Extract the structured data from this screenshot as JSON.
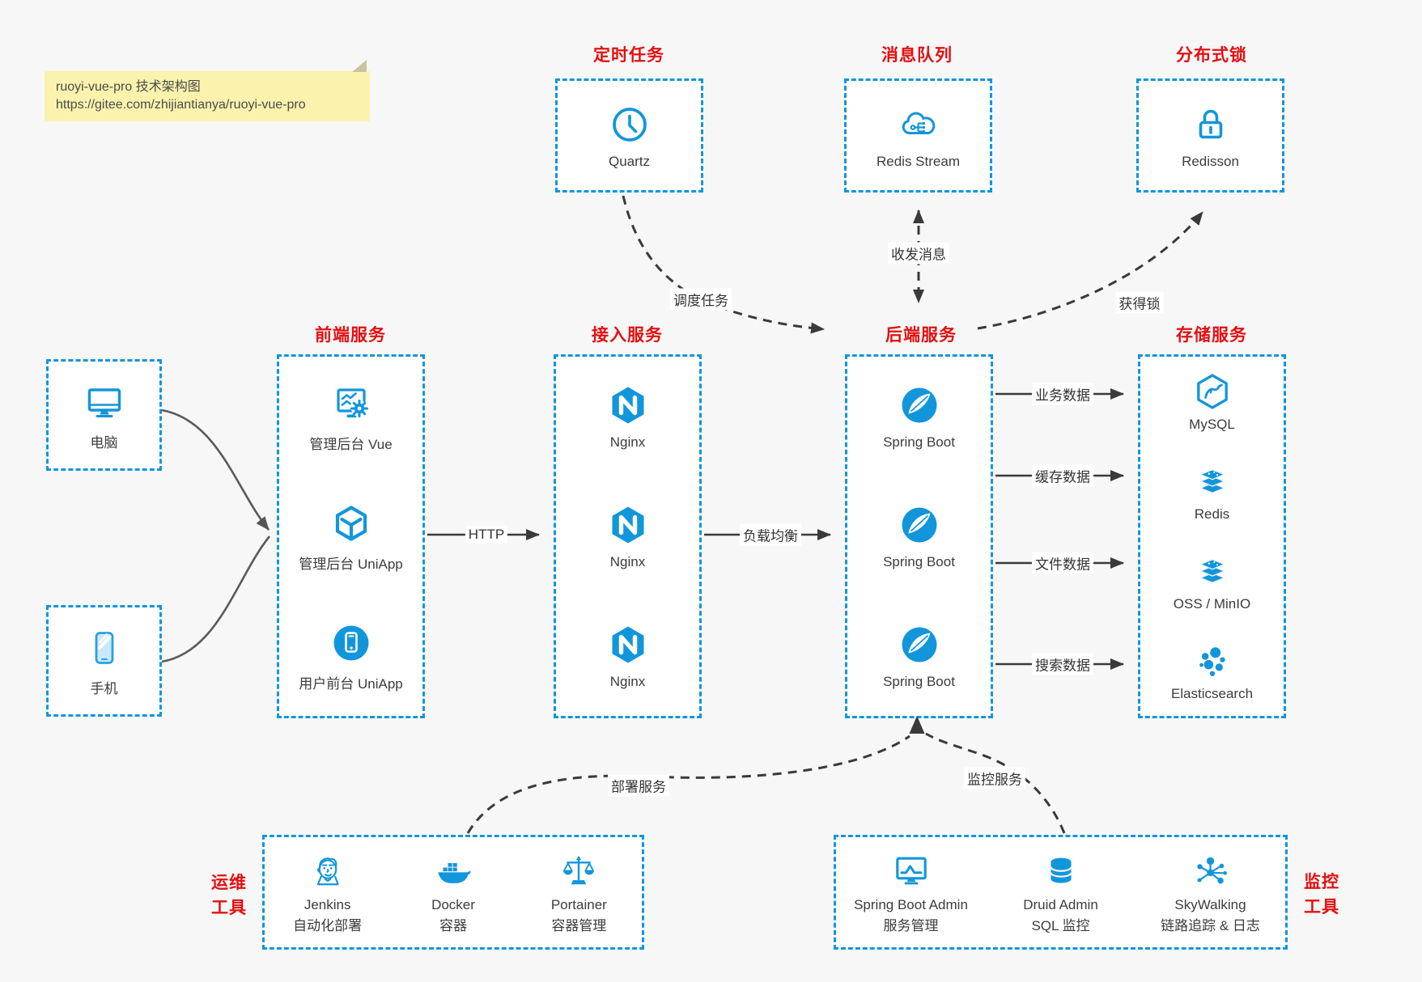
{
  "note": {
    "line1": "ruoyi-vue-pro 技术架构图",
    "line2": "https://gitee.com/zhijiantianya/ruoyi-vue-pro"
  },
  "palette": {
    "primary_blue": "#1296db",
    "title_red": "#e40f0f",
    "background": "#f7f7f8",
    "arrow_dark": "#3a3a3a",
    "note_yellow": "#fbf3ad"
  },
  "top_groups": [
    {
      "title": "定时任务",
      "icon": "clock-icon",
      "label": "Quartz"
    },
    {
      "title": "消息队列",
      "icon": "mq-cloud-icon",
      "label": "Redis Stream"
    },
    {
      "title": "分布式锁",
      "icon": "lock-icon",
      "label": "Redisson"
    }
  ],
  "clients": [
    {
      "icon": "desktop-icon",
      "label": "电脑"
    },
    {
      "icon": "mobile-icon",
      "label": "手机"
    }
  ],
  "columns": [
    {
      "title": "前端服务",
      "items": [
        {
          "icon": "admin-vue-icon",
          "label": "管理后台 Vue"
        },
        {
          "icon": "uniapp-cube-icon",
          "label": "管理后台 UniApp"
        },
        {
          "icon": "user-uniapp-icon",
          "label": "用户前台 UniApp"
        }
      ]
    },
    {
      "title": "接入服务",
      "items": [
        {
          "icon": "nginx-icon",
          "label": "Nginx"
        },
        {
          "icon": "nginx-icon",
          "label": "Nginx"
        },
        {
          "icon": "nginx-icon",
          "label": "Nginx"
        }
      ]
    },
    {
      "title": "后端服务",
      "items": [
        {
          "icon": "spring-boot-icon",
          "label": "Spring Boot"
        },
        {
          "icon": "spring-boot-icon",
          "label": "Spring Boot"
        },
        {
          "icon": "spring-boot-icon",
          "label": "Spring Boot"
        }
      ]
    },
    {
      "title": "存储服务",
      "items": [
        {
          "icon": "mysql-icon",
          "label": "MySQL"
        },
        {
          "icon": "redis-stack-icon",
          "label": "Redis"
        },
        {
          "icon": "storage-stack-icon",
          "label": "OSS / MinIO"
        },
        {
          "icon": "elasticsearch-icon",
          "label": "Elasticsearch"
        }
      ]
    }
  ],
  "edges": {
    "http": "HTTP",
    "load_balance": "负载均衡",
    "schedule_job": "调度任务",
    "send_receive_msg": "收发消息",
    "acquire_lock": "获得锁",
    "business_data": "业务数据",
    "cache_data": "缓存数据",
    "file_data": "文件数据",
    "search_data": "搜索数据",
    "deploy_service": "部署服务",
    "monitor_service": "监控服务"
  },
  "bottom_groups": [
    {
      "title_line1": "运维",
      "title_line2": "工具",
      "items": [
        {
          "icon": "jenkins-icon",
          "label": "Jenkins",
          "sublabel": "自动化部署"
        },
        {
          "icon": "docker-icon",
          "label": "Docker",
          "sublabel": "容器"
        },
        {
          "icon": "portainer-icon",
          "label": "Portainer",
          "sublabel": "容器管理"
        }
      ]
    },
    {
      "title_line1": "监控",
      "title_line2": "工具",
      "items": [
        {
          "icon": "spring-boot-admin-icon",
          "label": "Spring Boot Admin",
          "sublabel": "服务管理"
        },
        {
          "icon": "druid-icon",
          "label": "Druid Admin",
          "sublabel": "SQL 监控"
        },
        {
          "icon": "skywalking-icon",
          "label": "SkyWalking",
          "sublabel": "链路追踪 & 日志"
        }
      ]
    }
  ]
}
